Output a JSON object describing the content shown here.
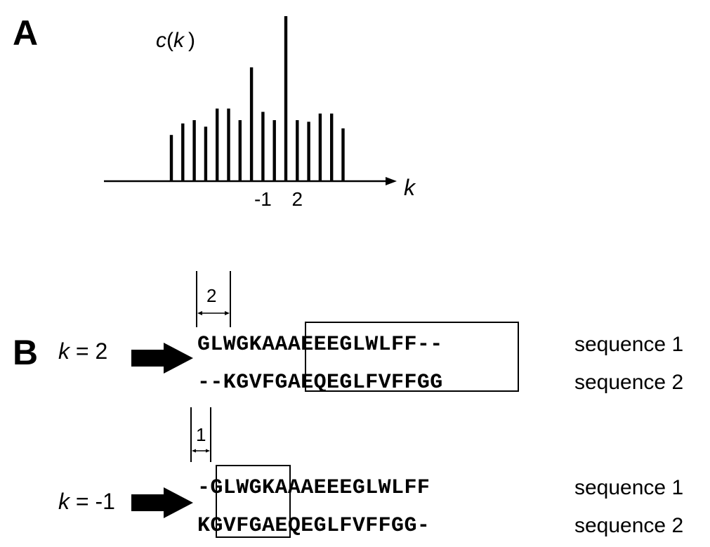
{
  "panel_a": {
    "label": "A",
    "ylabel_func": "c",
    "ylabel_var": "k",
    "xlabel": "k"
  },
  "panel_b": {
    "label": "B",
    "rows": [
      {
        "k_var": "k",
        "k_eq": " = 2",
        "shift_label": "2",
        "seq1": "GLWGKAAAEEEGLWLFF--",
        "seq2": "--KGVFGAEQEGLFVFFGG",
        "name1": "sequence 1",
        "name2": "sequence 2"
      },
      {
        "k_var": "k",
        "k_eq": " = -1",
        "shift_label": "1",
        "seq1": "-GLWGKAAAEEEGLWLFF",
        "seq2": "KGVFGAEQEGLFVFFGG-",
        "name1": "sequence 1",
        "name2": "sequence 2"
      }
    ]
  },
  "chart_data": {
    "type": "bar",
    "title": "",
    "ylabel": "c(k)",
    "xlabel": "k",
    "x": [
      -9,
      -8,
      -7,
      -6,
      -5,
      -4,
      -3,
      -2,
      -1,
      0,
      1,
      2,
      3,
      4,
      5,
      6,
      7,
      8
    ],
    "values": [
      0.28,
      0.35,
      0.37,
      0.33,
      0.44,
      0.44,
      0.37,
      0.69,
      0.42,
      0.37,
      1.0,
      0.37,
      0.36,
      0.41,
      0.41,
      0.32,
      0.0,
      0.0
    ],
    "tick_labels": [
      "-1",
      "2"
    ],
    "tick_at": [
      -1,
      2
    ],
    "grid": false,
    "legend": "none"
  }
}
